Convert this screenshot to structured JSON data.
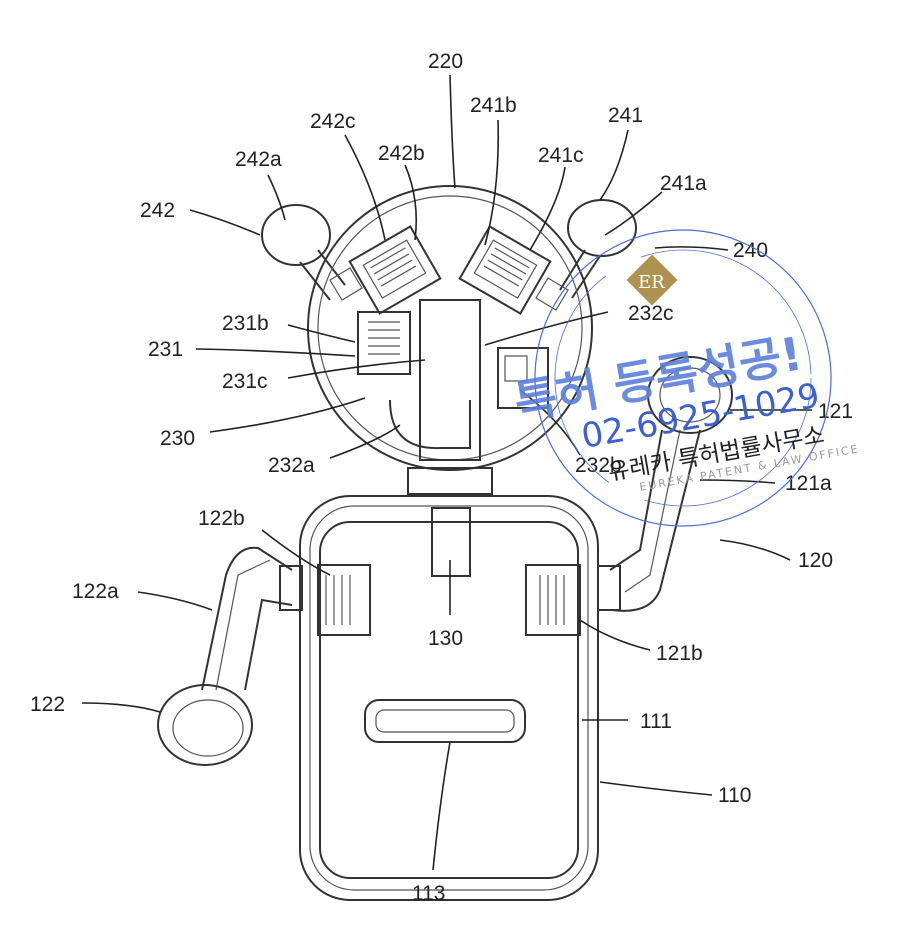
{
  "figure": {
    "labels": {
      "l220": "220",
      "l242c": "242c",
      "l241b": "241b",
      "l241": "241",
      "l242b": "242b",
      "l241c": "241c",
      "l242a": "242a",
      "l241a": "241a",
      "l242": "242",
      "l240": "240",
      "l232c": "232c",
      "l231b": "231b",
      "l231": "231",
      "l231c": "231c",
      "l230": "230",
      "l232a": "232a",
      "l232b": "232b",
      "l121": "121",
      "l121a": "121a",
      "l120": "120",
      "l122b": "122b",
      "l122a": "122a",
      "l130": "130",
      "l121b": "121b",
      "l122": "122",
      "l111": "111",
      "l110": "110",
      "l113": "113"
    }
  },
  "watermark": {
    "headline": "특허 등록성공!",
    "phone": "02-6925-1029",
    "office_korean": "유레카 특허법률사무소",
    "office_english": "EUREKA PATENT & LAW OFFICE",
    "logo": "ER",
    "color": "#4a6fd6"
  }
}
